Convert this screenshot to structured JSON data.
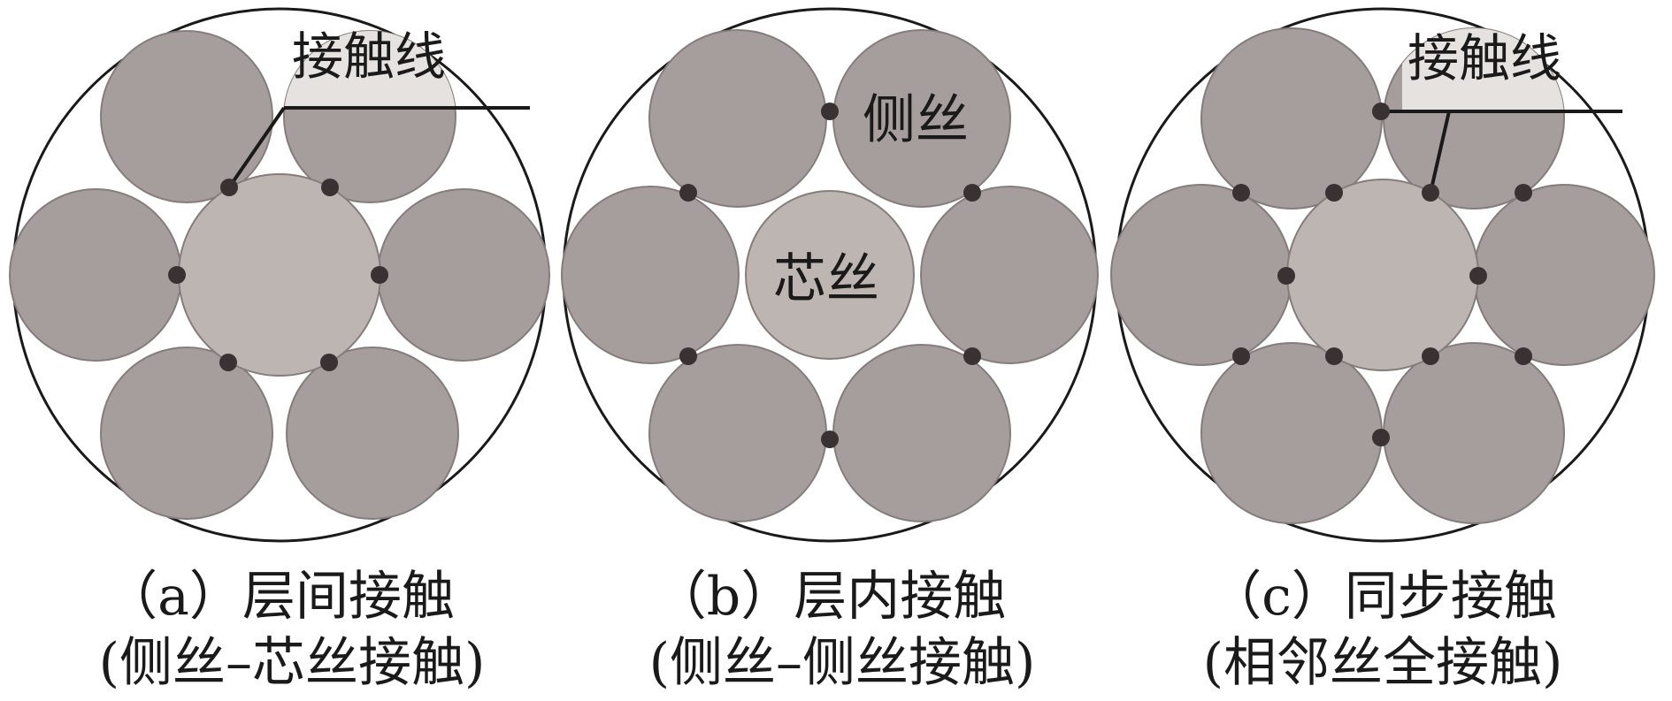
{
  "panels": [
    {
      "id": "a",
      "caption_line1": "（a）层间接触",
      "caption_line2": "(侧丝–芯丝接触)",
      "callout": "接触线"
    },
    {
      "id": "b",
      "caption_line1": "（b）层内接触",
      "caption_line2": "(侧丝–侧丝接触)",
      "side_wire_label": "侧丝",
      "core_wire_label": "芯丝"
    },
    {
      "id": "c",
      "caption_line1": "（c）同步接触",
      "caption_line2": "(相邻丝全接触)",
      "callout": "接触线"
    }
  ],
  "colors": {
    "side_wire": "#a69e9c",
    "core_wire": "#bdb5b2",
    "wire_stroke": "#857d7b",
    "contact_point": "#3a3232",
    "outline": "#1a1a1a",
    "highlight": "#e6e2e0"
  }
}
